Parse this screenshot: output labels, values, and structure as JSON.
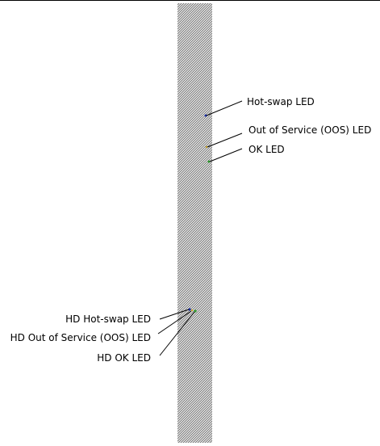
{
  "labels": {
    "hot_swap_led": "Hot-swap LED",
    "out_of_service_led": "Out of Service (OOS) LED",
    "ok_led": "OK LED",
    "hd_hot_swap_led": "HD Hot-swap LED",
    "hd_out_of_service_led": "HD Out of Service (OOS) LED",
    "hd_ok_led": "HD OK LED"
  },
  "colors": {
    "panel_stipple_dark": "#7a7a7a",
    "panel_stipple_light": "#d6d6d6",
    "leader_line": "#000000",
    "hot_swap_led": "#1a2ea0",
    "ok_led": "#2e9a2e",
    "oos_led": "#c8a020"
  }
}
